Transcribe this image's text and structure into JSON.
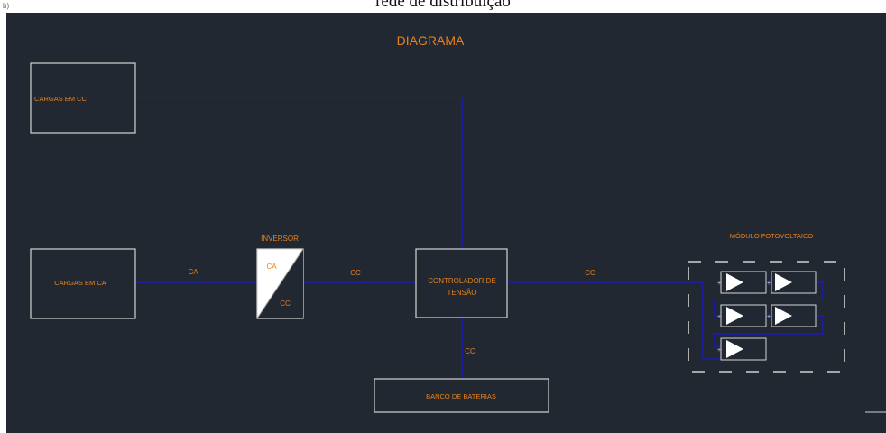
{
  "caption": "rede de distribuição",
  "corner_mark": "b)",
  "diagram": {
    "title": "DIAGRAMA",
    "blocks": {
      "cargas_cc": "CARGAS EM CC",
      "cargas_ca": "CARGAS EM CA",
      "inversor_title": "INVERSOR",
      "inversor_ca": "CA",
      "inversor_cc": "CC",
      "controlador_line1": "CONTROLADOR DE",
      "controlador_line2": "TENSÃO",
      "banco": "BANCO DE BATERIAS",
      "modulo_title": "MÓDULO FOTOVOLTAICO"
    },
    "connection_labels": {
      "ca_to_inversor": "CA",
      "inversor_to_controlador": "CC",
      "controlador_to_modulo": "CC",
      "controlador_to_banco": "CC"
    },
    "panel_plus": "+",
    "colors": {
      "background": "#222831",
      "text": "#e8821e",
      "wire": "#1a1ab8",
      "box": "#d4d4d4"
    }
  }
}
